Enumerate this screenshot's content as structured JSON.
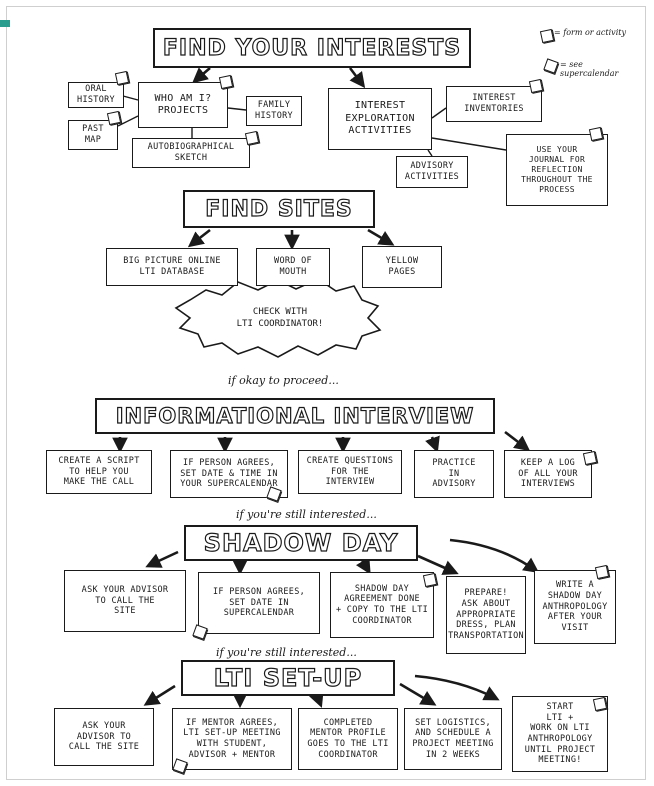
{
  "headers": {
    "find_interests": "FIND YOUR INTERESTS",
    "find_sites": "FIND SITES",
    "informational_interview": "INFORMATIONAL INTERVIEW",
    "shadow_day": "SHADOW DAY",
    "lti_setup": "LTI SET-UP"
  },
  "legend": {
    "form": "= form or activity",
    "calendar": "= see supercalendar"
  },
  "interests": {
    "oral_history": "ORAL\nHISTORY",
    "past_map": "PAST\nMAP",
    "who_am_i": "WHO AM I?\nPROJECTS",
    "family_history": "FAMILY\nHISTORY",
    "autobiographical": "AUTOBIOGRAPHICAL\nSKETCH",
    "exploration": "INTEREST\nEXPLORATION\nACTIVITIES",
    "inventories": "INTEREST\nINVENTORIES",
    "advisory": "ADVISORY\nACTIVITIES",
    "journal": "USE YOUR\nJOURNAL FOR\nREFLECTION\nTHROUGHOUT THE\nPROCESS"
  },
  "sites": {
    "database": "BIG PICTURE ONLINE\nLTI DATABASE",
    "word_of_mouth": "WORD OF\nMOUTH",
    "yellow_pages": "YELLOW\nPAGES",
    "coordinator": "CHECK WITH\nLTI COORDINATOR!"
  },
  "notes": {
    "okay": "if okay to proceed...",
    "still1": "if you're still interested...",
    "still2": "if you're still interested..."
  },
  "interview": {
    "script": "CREATE A SCRIPT\nTO HELP YOU\nMAKE THE CALL",
    "agrees": "IF PERSON AGREES,\nSET DATE & TIME IN\nYOUR SUPERCALENDAR",
    "questions": "CREATE QUESTIONS\nFOR THE\nINTERVIEW",
    "practice": "PRACTICE\nIN\nADVISORY",
    "log": "KEEP A LOG\nOF ALL YOUR\nINTERVIEWS"
  },
  "shadow": {
    "ask": "ASK YOUR ADVISOR\nTO CALL THE\nSITE",
    "agrees": "IF PERSON AGREES,\nSET DATE IN\nSUPERCALENDAR",
    "agreement": "SHADOW DAY\nAGREEMENT DONE\n+ COPY TO THE LTI\nCOORDINATOR",
    "prepare": "PREPARE!\nASK ABOUT\nAPPROPRIATE\nDRESS, PLAN\nTRANSPORTATION",
    "writeup": "WRITE A\nSHADOW DAY\nANTHROPOLOGY\nAFTER YOUR\nVISIT"
  },
  "setup": {
    "ask": "ASK YOUR\nADVISOR TO\nCALL THE SITE",
    "mentor": "IF MENTOR AGREES,\nLTI SET-UP MEETING\nWITH STUDENT,\nADVISOR + MENTOR",
    "profile": "COMPLETED\nMENTOR PROFILE\nGOES TO THE LTI\nCOORDINATOR",
    "logistics": "SET LOGISTICS,\nAND SCHEDULE A\nPROJECT MEETING\nIN 2 WEEKS",
    "start": "START\nLTI +\nWORK ON LTI\nANTHROPOLOGY\nUNTIL PROJECT\nMEETING!"
  }
}
